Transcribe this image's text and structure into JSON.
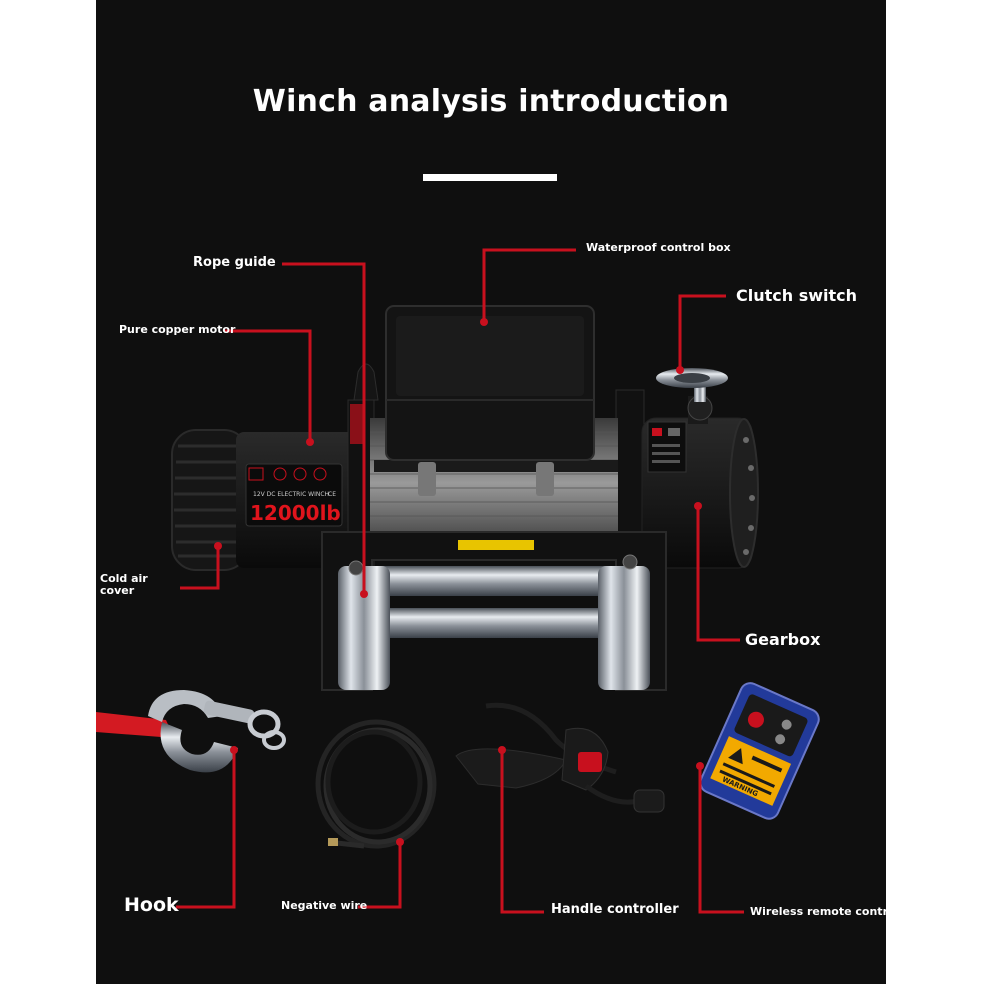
{
  "title": "Winch analysis introduction",
  "labels": {
    "rope_guide": "Rope guide",
    "waterproof_control_box": "Waterproof control box",
    "clutch_switch": "Clutch switch",
    "pure_copper_motor": "Pure copper motor",
    "cold_air_cover": "Cold air cover",
    "gearbox": "Gearbox",
    "hook": "Hook",
    "negative_wire": "Negative wire",
    "handle_controller": "Handle controller",
    "wireless_remote_control": "Wireless remote control"
  },
  "product_markings": {
    "capacity": "12000lb",
    "voltage_line": "12V DC ELECTRIC WINCH",
    "ce_mark": "CE",
    "warning": "WARNING"
  },
  "colors": {
    "background": "#0f0f0f",
    "leader_lines": "#c8101e",
    "text": "#ffffff"
  }
}
